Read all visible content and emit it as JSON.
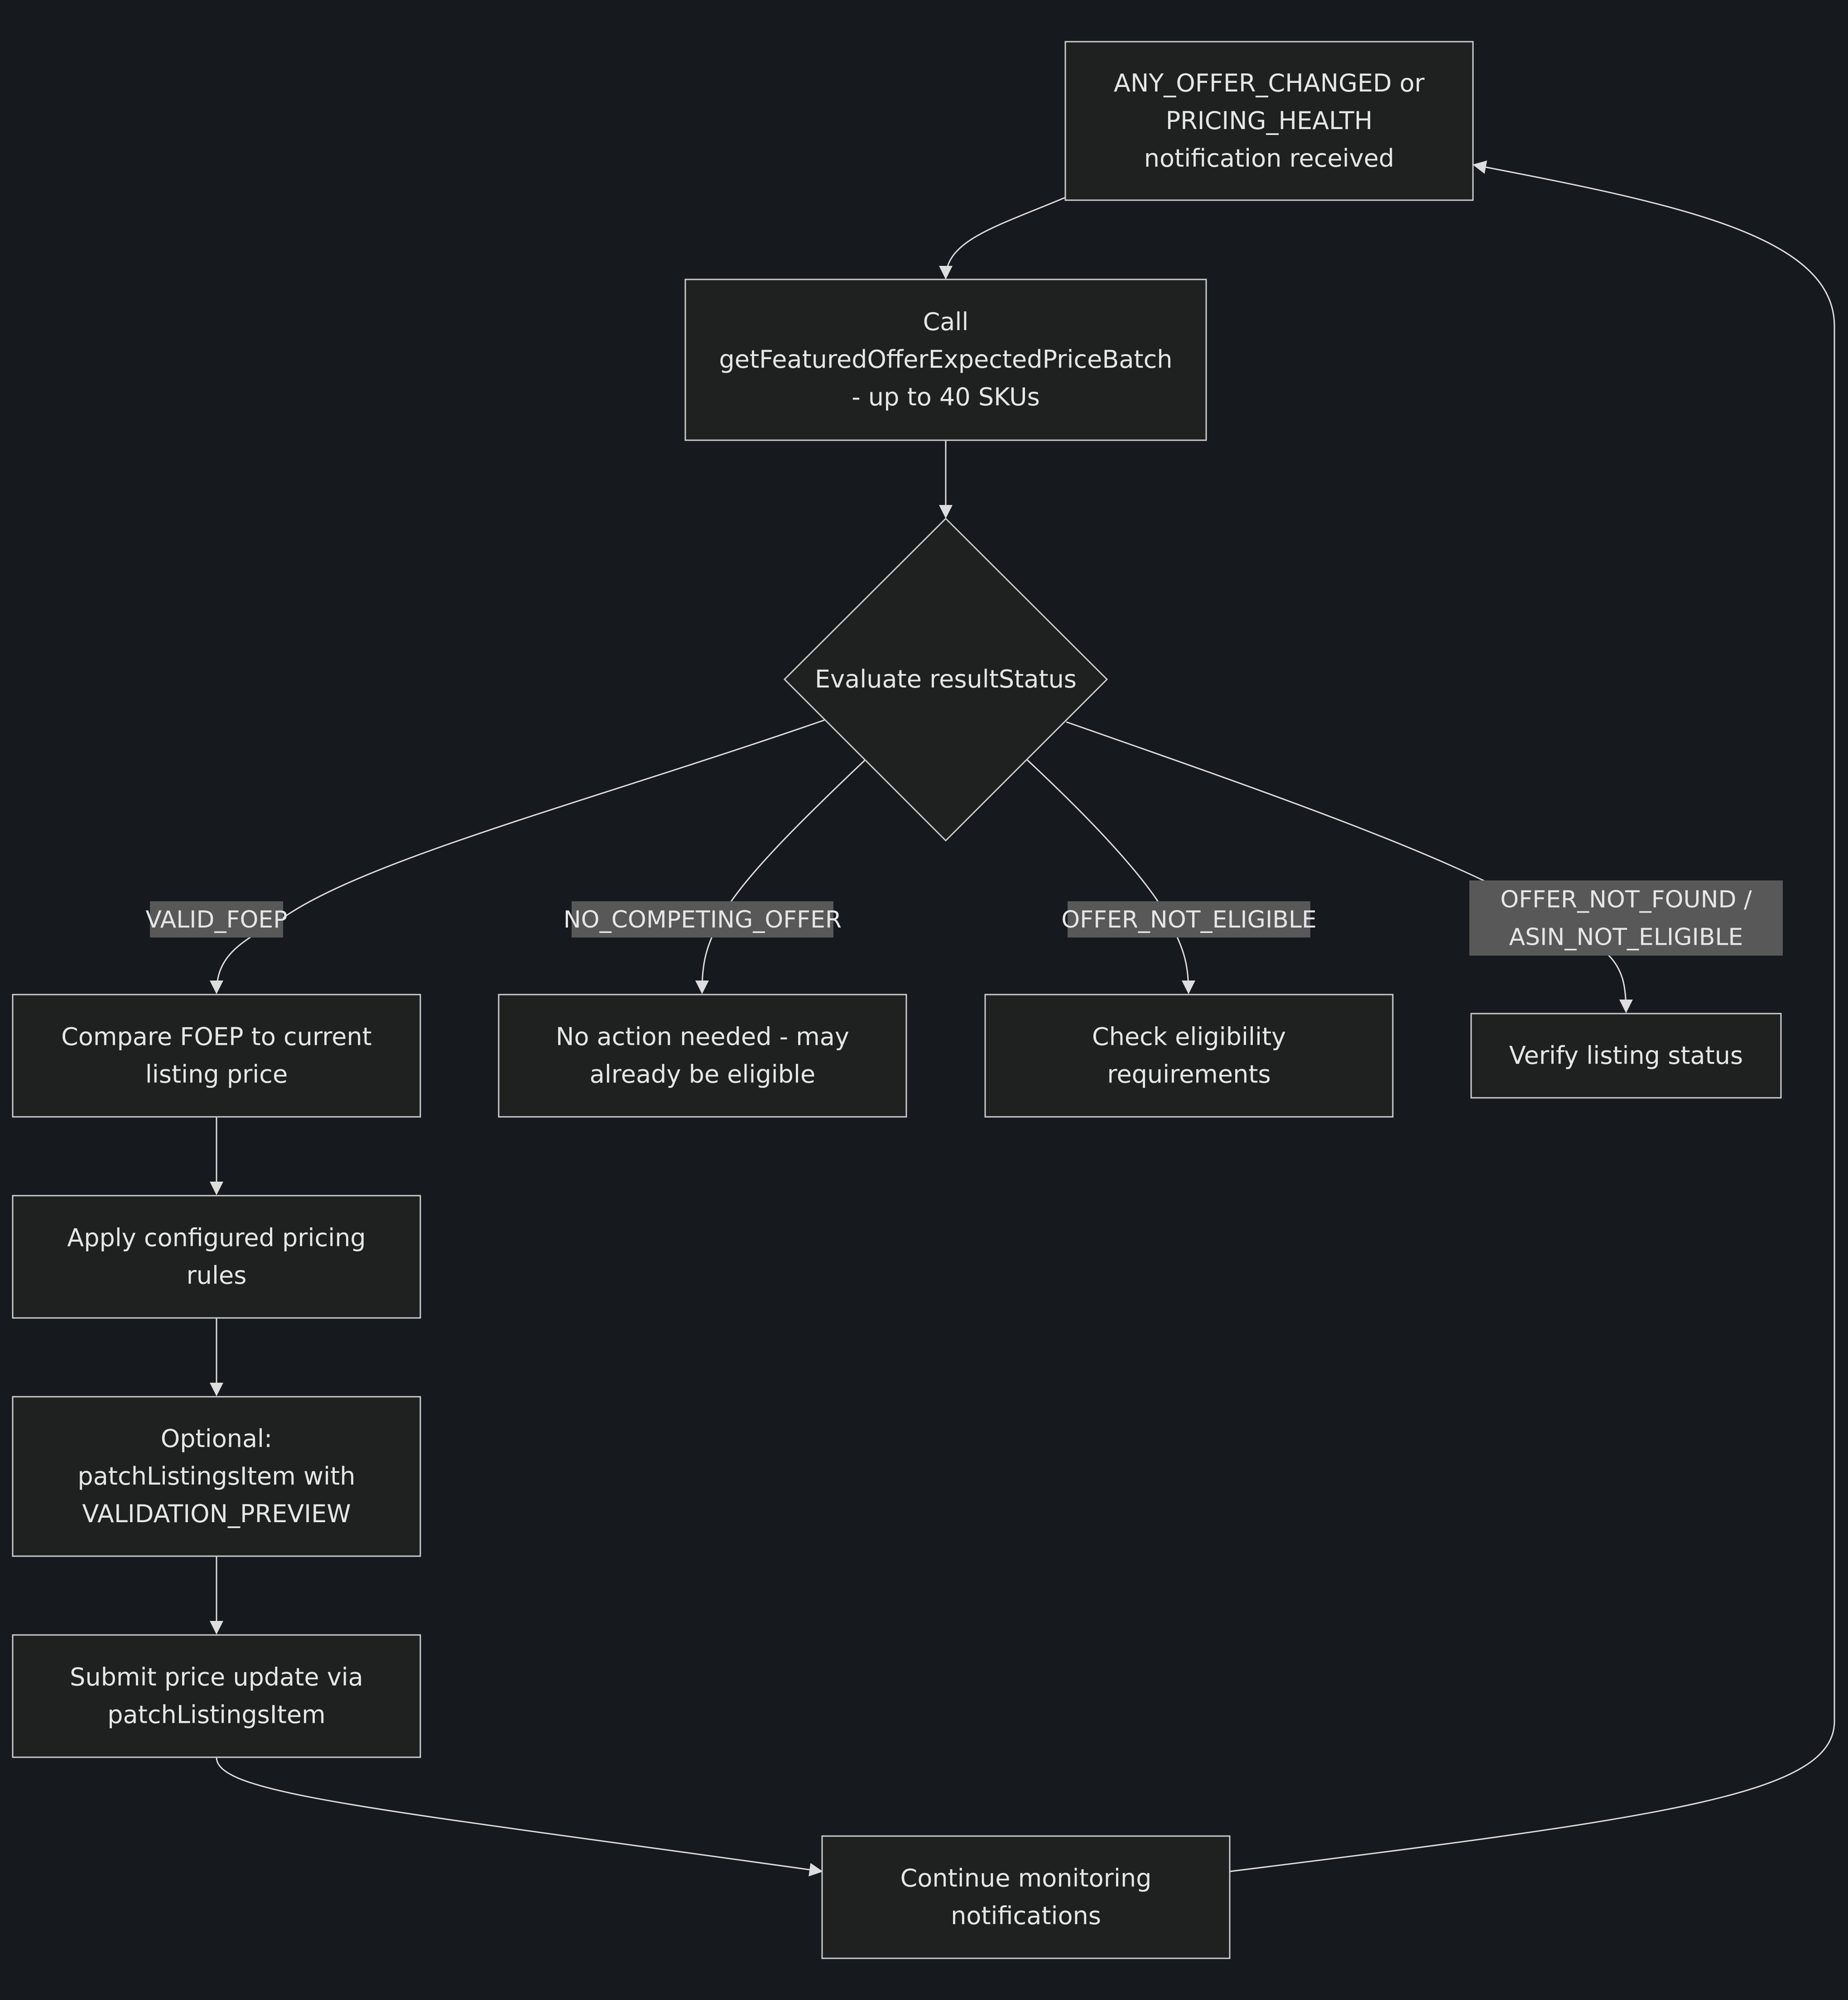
{
  "nodes": {
    "trigger": [
      "ANY_OFFER_CHANGED or",
      "PRICING_HEALTH",
      "notification received"
    ],
    "call_api": [
      "Call",
      "getFeaturedOfferExpectedPriceBatch",
      "- up to 40 SKUs"
    ],
    "evaluate": [
      "Evaluate resultStatus"
    ],
    "compare": [
      "Compare FOEP to current",
      "listing price"
    ],
    "no_action": [
      "No action needed - may",
      "already be eligible"
    ],
    "check_eligibility": [
      "Check eligibility",
      "requirements"
    ],
    "verify_listing": [
      "Verify listing status"
    ],
    "apply_rules": [
      "Apply configured pricing",
      "rules"
    ],
    "optional_preview": [
      "Optional:",
      "patchListingsItem with",
      "VALIDATION_PREVIEW"
    ],
    "submit_update": [
      "Submit price update via",
      "patchListingsItem"
    ],
    "continue_monitoring": [
      "Continue monitoring",
      "notifications"
    ]
  },
  "edge_labels": {
    "valid_foep": [
      "VALID_FOEP"
    ],
    "no_competing_offer": [
      "NO_COMPETING_OFFER"
    ],
    "offer_not_eligible": [
      "OFFER_NOT_ELIGIBLE"
    ],
    "offer_not_found": [
      "OFFER_NOT_FOUND /",
      "ASIN_NOT_ELIGIBLE"
    ]
  }
}
